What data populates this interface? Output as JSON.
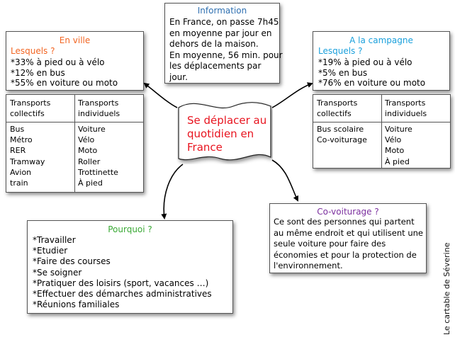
{
  "information": {
    "title": "Information",
    "lines": [
      "En France, on passe 7h45",
      "en moyenne par jour en",
      "dehors de la maison.",
      "En moyenne, 56 min. pour",
      "les déplacements par",
      "jour."
    ]
  },
  "en_ville": {
    "title": "En ville",
    "subtitle": "Lesquels ?",
    "lines": [
      "*33% à pied ou à vélo",
      "*12% en bus",
      "*55% en voiture ou moto"
    ]
  },
  "a_la_campagne": {
    "title": "A la campagne",
    "subtitle": "Lesquels ?",
    "lines": [
      "*19% à pied ou à vélo",
      "*5% en bus",
      "*76% en voiture ou moto"
    ]
  },
  "table_ville": {
    "headers": [
      [
        "Transports",
        "collectifs"
      ],
      [
        "Transports",
        "individuels"
      ]
    ],
    "col1": [
      "Bus",
      "Métro",
      "RER",
      "Tramway",
      "Avion",
      "train"
    ],
    "col2": [
      "Voiture",
      "Vélo",
      "Moto",
      "Roller",
      "Trottinette",
      "À pied"
    ]
  },
  "table_campagne": {
    "headers": [
      [
        "Transports",
        "collectifs"
      ],
      [
        "Transports",
        "individuels"
      ]
    ],
    "col1": [
      "Bus scolaire",
      "Co-voiturage"
    ],
    "col2": [
      "Voiture",
      "Vélo",
      "Moto",
      "À pied"
    ]
  },
  "center": {
    "lines": [
      "Se déplacer au",
      "quotidien en",
      "France"
    ]
  },
  "pourquoi": {
    "title": "Pourquoi ?",
    "lines": [
      "*Travailler",
      "*Etudier",
      "*Faire des courses",
      "*Se soigner",
      "*Pratiquer des loisirs (sport, vacances …)",
      "*Effectuer des démarches administratives",
      "*Réunions familiales"
    ]
  },
  "covoiturage": {
    "title": "Co-voiturage ?",
    "lines": [
      "Ce sont des personnes qui partent",
      "au même endroit et qui utilisent une",
      "seule voiture pour faire des",
      "économies et pour la protection de",
      "l'environnement."
    ]
  },
  "credit": "Le cartable de Séverine",
  "colors": {
    "information": "#2e6fb0",
    "en_ville": "#f26522",
    "a_la_campagne": "#1aa0dc",
    "center": "#e8141f",
    "pourquoi": "#3aa935",
    "covoiturage": "#7b2f9e"
  }
}
